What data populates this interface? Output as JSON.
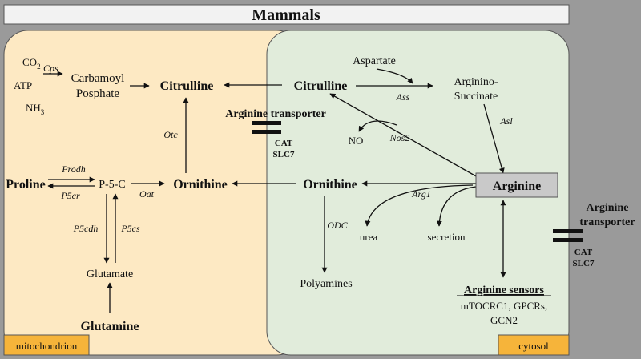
{
  "title": "Mammals",
  "compartments": {
    "mitochondrion": "mitochondrion",
    "cytosol": "cytosol"
  },
  "colors": {
    "outer_background": "#9a9a9a",
    "mitochondrion_fill": "#fde9c3",
    "cytosol_fill": "#e1ecdb",
    "label_box_fill": "#f6b43a",
    "arginine_box_fill": "#c9c9c9"
  },
  "metabolites": {
    "co2": "CO",
    "co2_sub": "2",
    "atp": "ATP",
    "nh3": "NH",
    "nh3_sub": "3",
    "carbamoyl_line1": "Carbamoyl",
    "carbamoyl_line2": "Posphate",
    "citrulline_mito": "Citrulline",
    "citrulline_cyto": "Citrulline",
    "aspartate": "Aspartate",
    "argininosuccinate_line1": "Arginino-",
    "argininosuccinate_line2": "Succinate",
    "no": "NO",
    "proline": "Proline",
    "p5c": "P-5-C",
    "ornithine_mito": "Ornithine",
    "ornithine_cyto": "Ornithine",
    "arginine": "Arginine",
    "glutamate": "Glutamate",
    "glutamine": "Glutamine",
    "polyamines": "Polyamines",
    "urea": "urea",
    "secretion": "secretion"
  },
  "enzymes": {
    "cps": "Cps",
    "otc": "Otc",
    "prodh": "Prodh",
    "p5cr": "P5cr",
    "oat": "Oat",
    "p5cdh": "P5cdh",
    "p5cs": "P5cs",
    "ass": "Ass",
    "asl": "Asl",
    "nos2": "Nos2",
    "arg1": "Arg1",
    "odc": "ODC"
  },
  "transporters": {
    "inner": {
      "label": "Arginine transporter",
      "cat": "CAT",
      "slc7": "SLC7"
    },
    "outer": {
      "label_line1": "Arginine",
      "label_line2": "transporter",
      "cat": "CAT",
      "slc7": "SLC7"
    }
  },
  "sensors": {
    "title": "Arginine sensors",
    "line1": "mTOCRC1, GPCRs,",
    "line2": "GCN2"
  }
}
